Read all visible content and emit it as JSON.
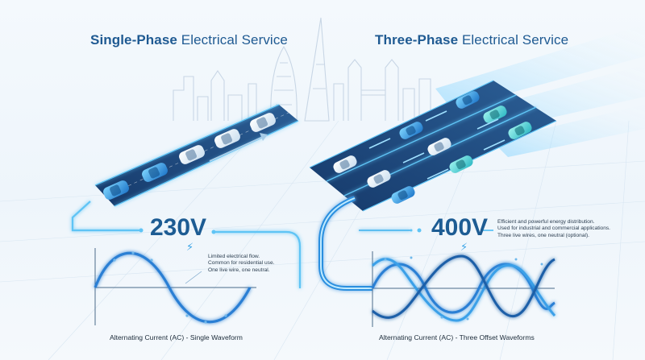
{
  "single_phase": {
    "title_bold": "Single-Phase",
    "title_light": "Electrical Service",
    "voltage": "230V",
    "description": [
      "Limited electrical flow.",
      "Common for residential use.",
      "One live wire, one neutral."
    ],
    "caption": "Alternating Current (AC) - Single Waveform"
  },
  "three_phase": {
    "title_bold": "Three-Phase",
    "title_light": "Electrical Service",
    "voltage": "400V",
    "description": [
      "Efficient and powerful energy distribution.",
      "Used for industrial and commercial applications.",
      "Three live wires, one neutral (optional)."
    ],
    "caption": "Alternating Current (AC) - Three Offset Waveforms"
  },
  "colors": {
    "title": "#1f5a92",
    "road": "#1a3a66",
    "glow": "#5fc4f5",
    "wave": "#2b7fd4",
    "skyline": "#c6d5e4"
  }
}
